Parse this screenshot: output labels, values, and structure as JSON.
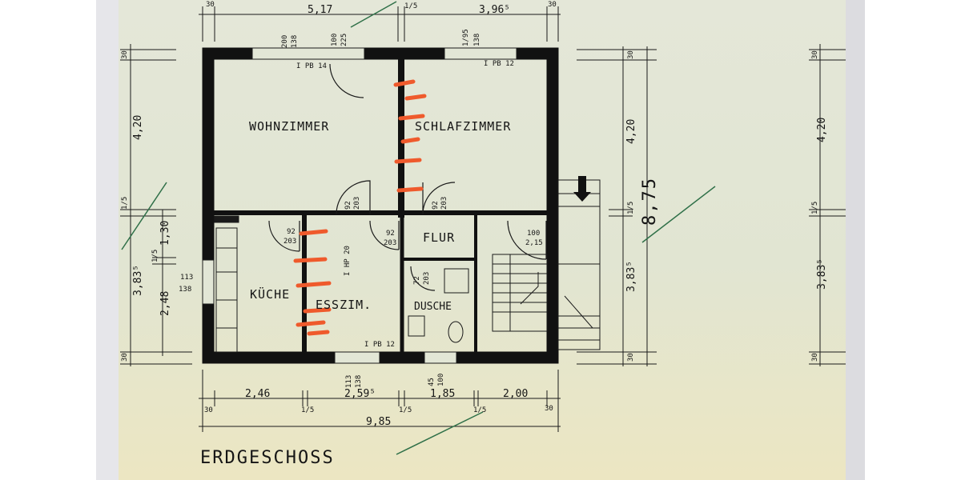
{
  "plan": {
    "title": "ERDGESCHOSS",
    "rooms": {
      "wohnzimmer": "WOHNZIMMER",
      "schlafzimmer": "SCHLAFZIMMER",
      "flur": "FLUR",
      "kueche": "KÜCHE",
      "esszimmer": "ESSZIM.",
      "dusche": "DUSCHE"
    },
    "dims_top": {
      "left": "5,17",
      "mid": "1/5",
      "right": "3,96⁵",
      "wall_left": "30",
      "wall_right": "30"
    },
    "dims_bottom": {
      "a": "2,46",
      "b": "2,59⁵",
      "c": "1,85",
      "d": "2,00",
      "total": "9,85",
      "wall_l": "30",
      "wall_r": "30",
      "i1": "1/5",
      "i2": "1/5",
      "i3": "1/5"
    },
    "dims_left": {
      "h1": "4,20",
      "h2": "3,83⁵",
      "h3": "1,30",
      "h4": "2,48",
      "top": "30",
      "bot": "30",
      "mid": "1/5",
      "mid2": "1/5"
    },
    "dims_right": {
      "h1": "4,20",
      "h2": "3,83⁵",
      "total": "8,75",
      "top": "30",
      "bot": "30",
      "mid": "1/5"
    },
    "dims_far_right": {
      "h1": "4,20",
      "h2": "3,83⁵",
      "top": "30",
      "bot": "30",
      "mid": "1/5"
    },
    "windows": {
      "w1": "200",
      "w1b": "138",
      "w2": "100",
      "w2b": "225",
      "w3": "1/95",
      "w3b": "138",
      "w4": "113",
      "w4b": "138",
      "w5": "45",
      "w5b": "100",
      "kw": "113",
      "kwb": "138"
    },
    "notes": {
      "ipb14": "I PB 14",
      "ipb12a": "I PB 12",
      "ipb12b": "I PB 12",
      "ihp": "I HP 20"
    },
    "doors": {
      "d1": "92",
      "d1b": "203",
      "d2": "92",
      "d2b": "203",
      "d3": "92",
      "d3b": "203",
      "d4": "92",
      "d4b": "203",
      "d5": "100",
      "d5b": "2,15",
      "d6": "72",
      "d6b": "203"
    }
  }
}
